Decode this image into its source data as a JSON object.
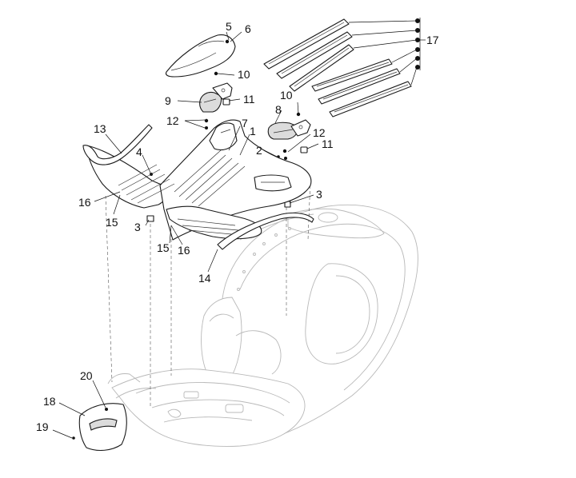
{
  "callouts": [
    "1",
    "2",
    "3",
    "3",
    "4",
    "5",
    "6",
    "7",
    "8",
    "9",
    "10",
    "10",
    "11",
    "11",
    "12",
    "12",
    "13",
    "14",
    "15",
    "15",
    "16",
    "16",
    "17",
    "18",
    "19",
    "20"
  ]
}
